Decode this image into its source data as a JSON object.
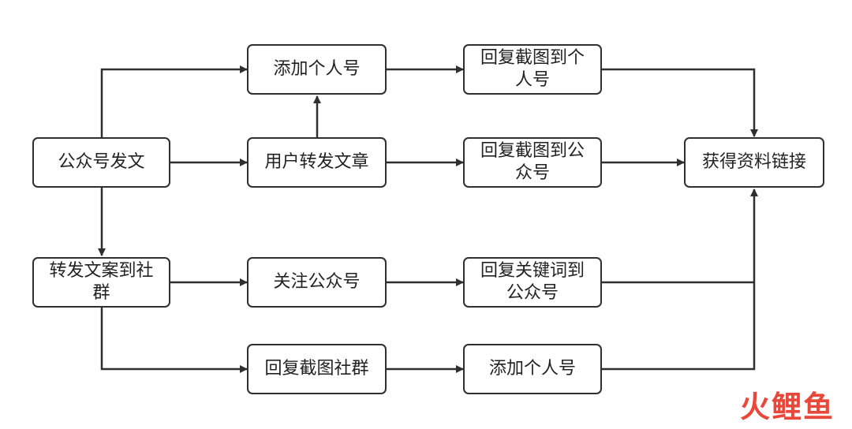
{
  "nodes": {
    "n1": "公众号发文",
    "n2": "添加个人号",
    "n3": "用户转发文章",
    "n4": "回复截图到个人号",
    "n5": "回复截图到公众号",
    "n6": "获得资料链接",
    "n7": "转发文案到社群",
    "n8": "关注公众号",
    "n9": "回复关键词到公众号",
    "n10": "回复截图社群",
    "n11": "添加个人号"
  },
  "watermark": {
    "part1": "火",
    "part2": "鲤鱼"
  },
  "colors": {
    "line": "#2f2f2f",
    "watermark": "#e8483a"
  }
}
